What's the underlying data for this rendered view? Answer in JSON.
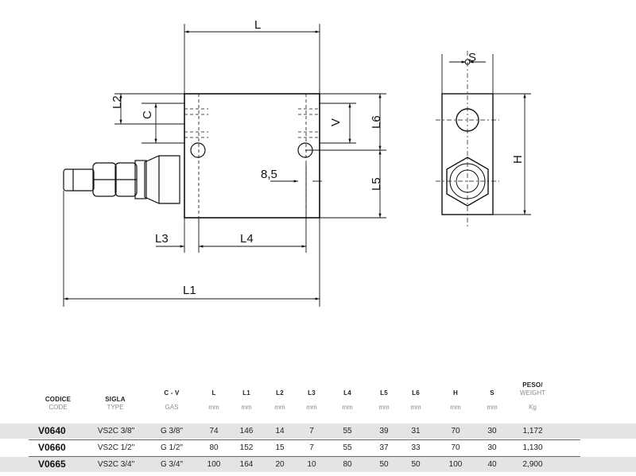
{
  "drawing": {
    "dims": {
      "L": "L",
      "L1": "L1",
      "L2": "L2",
      "L3": "L3",
      "L4": "L4",
      "L5": "L5",
      "L6": "L6",
      "C": "C",
      "V": "V",
      "H": "H",
      "S": "S",
      "hole": "8,5"
    }
  },
  "table": {
    "headers": [
      {
        "main": "CODICE",
        "sub": "CODE"
      },
      {
        "main": "SIGLA",
        "sub": "TYPE"
      },
      {
        "main": "C - V",
        "sub": "GAS"
      },
      {
        "main": "L",
        "sub": "mm"
      },
      {
        "main": "L1",
        "sub": "mm"
      },
      {
        "main": "L2",
        "sub": "mm"
      },
      {
        "main": "L3",
        "sub": "mm"
      },
      {
        "main": "L4",
        "sub": "mm"
      },
      {
        "main": "L5",
        "sub": "mm"
      },
      {
        "main": "L6",
        "sub": "mm"
      },
      {
        "main": "H",
        "sub": "mm"
      },
      {
        "main": "S",
        "sub": "mm"
      },
      {
        "main": "PESO/",
        "main2": "WEIGHT",
        "sub": "Kg"
      }
    ],
    "rows": [
      {
        "code": "V0640",
        "type": "VS2C 3/8\"",
        "gas": "G 3/8\"",
        "L": "74",
        "L1": "146",
        "L2": "14",
        "L3": "7",
        "L4": "55",
        "L5": "39",
        "L6": "31",
        "H": "70",
        "S": "30",
        "weight": "1,172"
      },
      {
        "code": "V0660",
        "type": "VS2C 1/2\"",
        "gas": "G 1/2\"",
        "L": "80",
        "L1": "152",
        "L2": "15",
        "L3": "7",
        "L4": "55",
        "L5": "37",
        "L6": "33",
        "H": "70",
        "S": "30",
        "weight": "1,130"
      },
      {
        "code": "V0665",
        "type": "VS2C 3/4\"",
        "gas": "G 3/4\"",
        "L": "100",
        "L1": "164",
        "L2": "20",
        "L3": "10",
        "L4": "80",
        "L5": "50",
        "L6": "50",
        "H": "100",
        "S": "40",
        "weight": "2,900"
      }
    ]
  }
}
